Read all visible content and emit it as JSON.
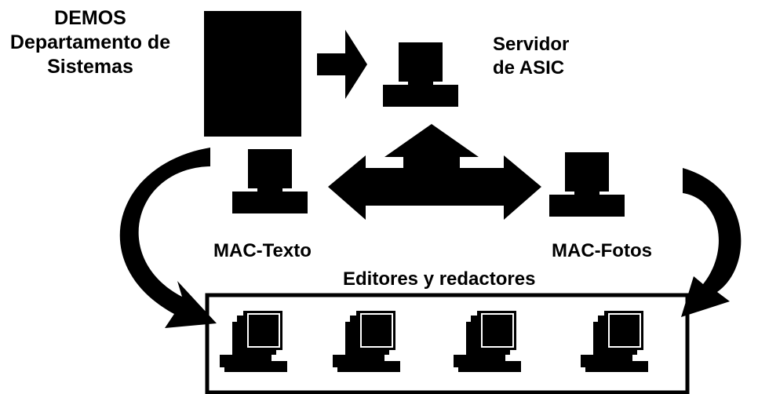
{
  "source_block": {
    "lines": [
      "DEMOS",
      "Departamento de",
      "Sistemas"
    ]
  },
  "server": {
    "lines": [
      "Servidor",
      "de ASIC"
    ]
  },
  "workstations": {
    "left": "MAC-Texto",
    "right": "MAC-Fotos"
  },
  "editors_group": {
    "label": "Editores y redactores",
    "count": 4
  },
  "colors": {
    "ink": "#000000",
    "background": "#ffffff"
  },
  "icons": [
    "computer-icon",
    "arrow-right-icon",
    "double-arrow-icon",
    "curved-arrow-icon"
  ]
}
